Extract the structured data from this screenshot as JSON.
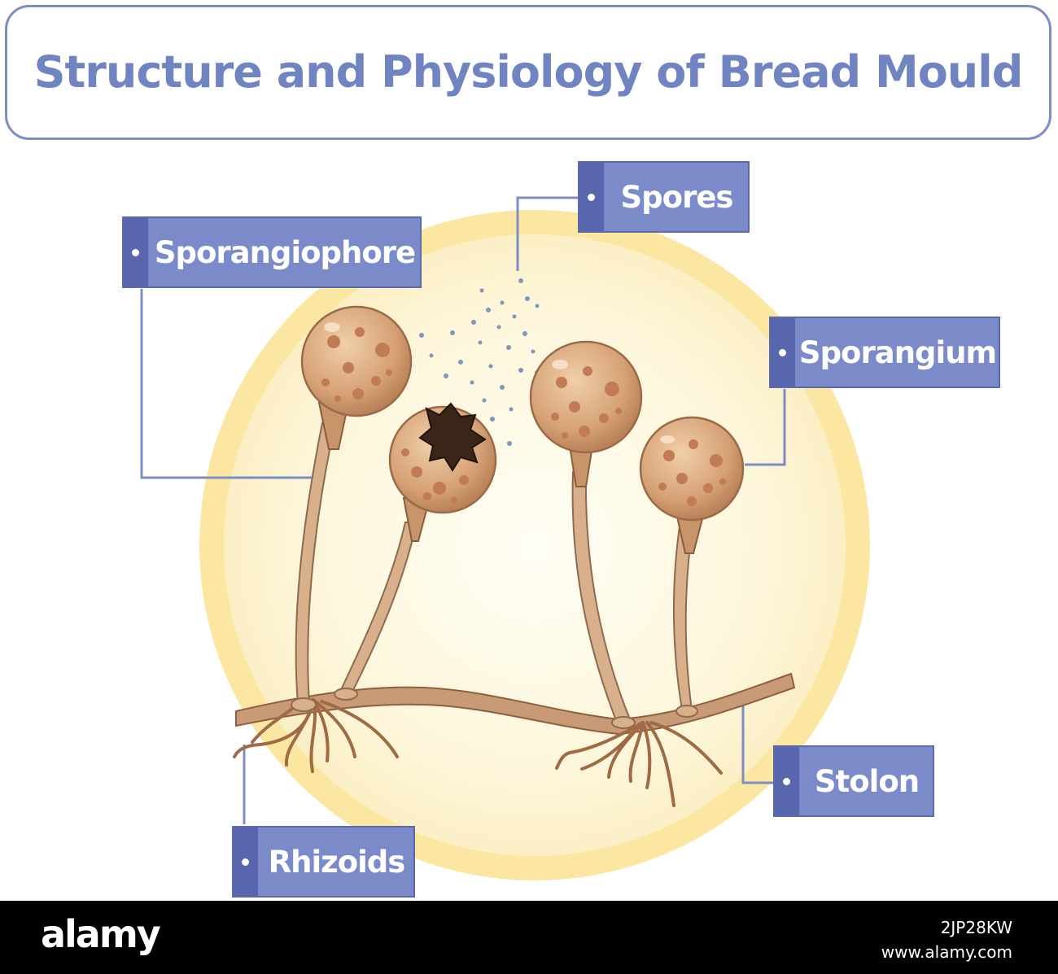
{
  "title": "Structure and Physiology of Bread Mould",
  "labels": {
    "sporangiophore": "Sporangiophore",
    "spores": "Spores",
    "sporangium": "Sporangium",
    "stolon": "Stolon",
    "rhizoids": "Rhizoids"
  },
  "footer": {
    "logo": "alamy",
    "image_id": "2JP28KW",
    "site": "www.alamy.com"
  },
  "colors": {
    "label_fill": "#7b8bc9",
    "label_tab": "#5766ad",
    "title_text": "#7184c2",
    "leader_line": "#7d8cc4",
    "halo": "#fce7a2",
    "fungus": "#d9a57a"
  }
}
